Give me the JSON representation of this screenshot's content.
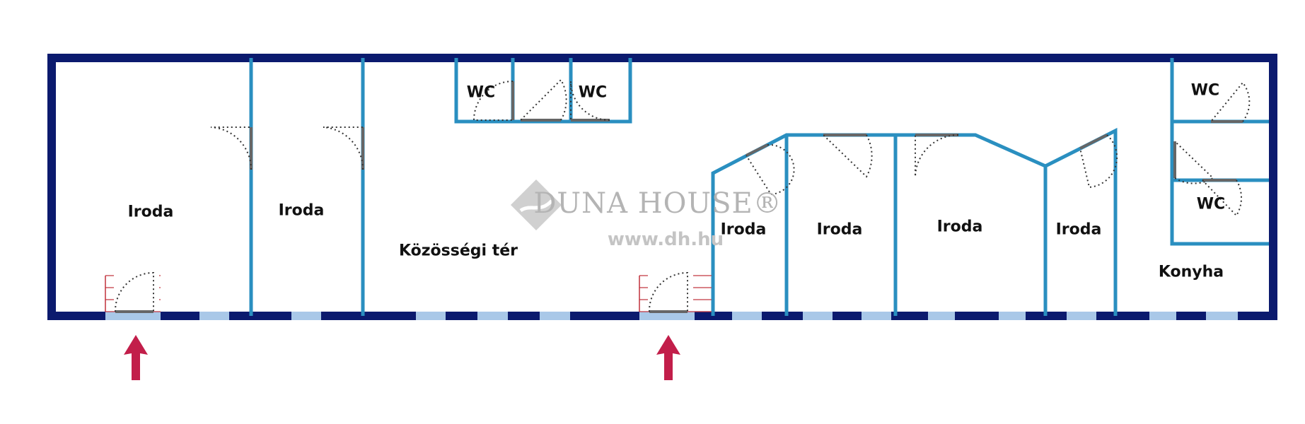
{
  "colors": {
    "outer_wall": "#0b1a6e",
    "inner_wall": "#2a8fc0",
    "window": "#a9c8e8",
    "door_leaf": "#666666",
    "stairs": "#c0303a",
    "arrow": "#c21e4a",
    "watermark": "#b4b4b4"
  },
  "rooms": [
    {
      "label": "Iroda"
    },
    {
      "label": "Iroda"
    },
    {
      "label": "Közösségi tér"
    },
    {
      "label": "Iroda"
    },
    {
      "label": "Iroda"
    },
    {
      "label": "Iroda"
    },
    {
      "label": "Iroda"
    },
    {
      "label": "Konyha"
    },
    {
      "label": "WC"
    },
    {
      "label": "WC"
    },
    {
      "label": "WC"
    },
    {
      "label": "WC"
    }
  ],
  "watermark": {
    "brand": "DUNA HOUSE®",
    "url": "www.dh.hu",
    "icon": "duna-house-diamond-logo"
  },
  "entrances": [
    {
      "icon": "entrance-arrow-up"
    },
    {
      "icon": "entrance-arrow-up"
    }
  ]
}
